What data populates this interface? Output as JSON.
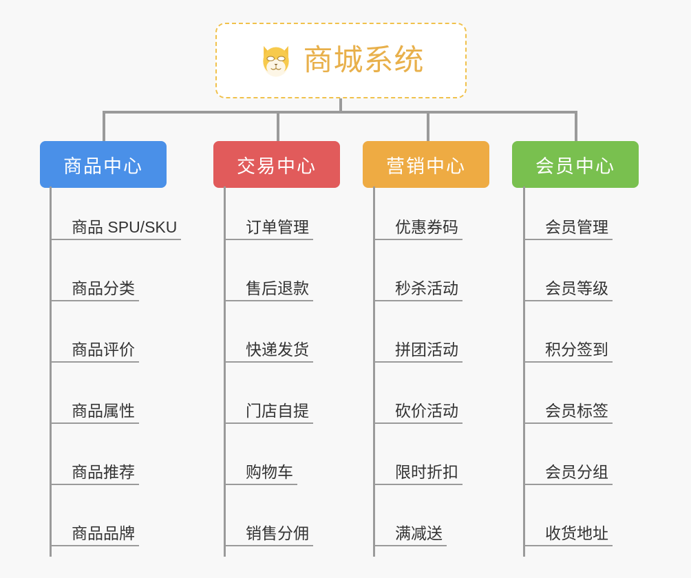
{
  "background_color": "#f8f8f8",
  "root": {
    "title": "商城系统",
    "icon": "dog-face-icon",
    "title_color": "#e8b04b",
    "border_color": "#f0c14b",
    "background": "#ffffff"
  },
  "connector_color": "#9a9a9a",
  "columns": [
    {
      "name": "product-center",
      "label": "商品中心",
      "color": "#4a90e8",
      "items": [
        "商品 SPU/SKU",
        "商品分类",
        "商品评价",
        "商品属性",
        "商品推荐",
        "商品品牌"
      ]
    },
    {
      "name": "trade-center",
      "label": "交易中心",
      "color": "#e15b5b",
      "items": [
        "订单管理",
        "售后退款",
        "快递发货",
        "门店自提",
        "购物车",
        "销售分佣"
      ]
    },
    {
      "name": "marketing-center",
      "label": "营销中心",
      "color": "#eeab43",
      "items": [
        "优惠券码",
        "秒杀活动",
        "拼团活动",
        "砍价活动",
        "限时折扣",
        "满减送"
      ]
    },
    {
      "name": "member-center",
      "label": "会员中心",
      "color": "#79c martial"
    }
  ]
}
